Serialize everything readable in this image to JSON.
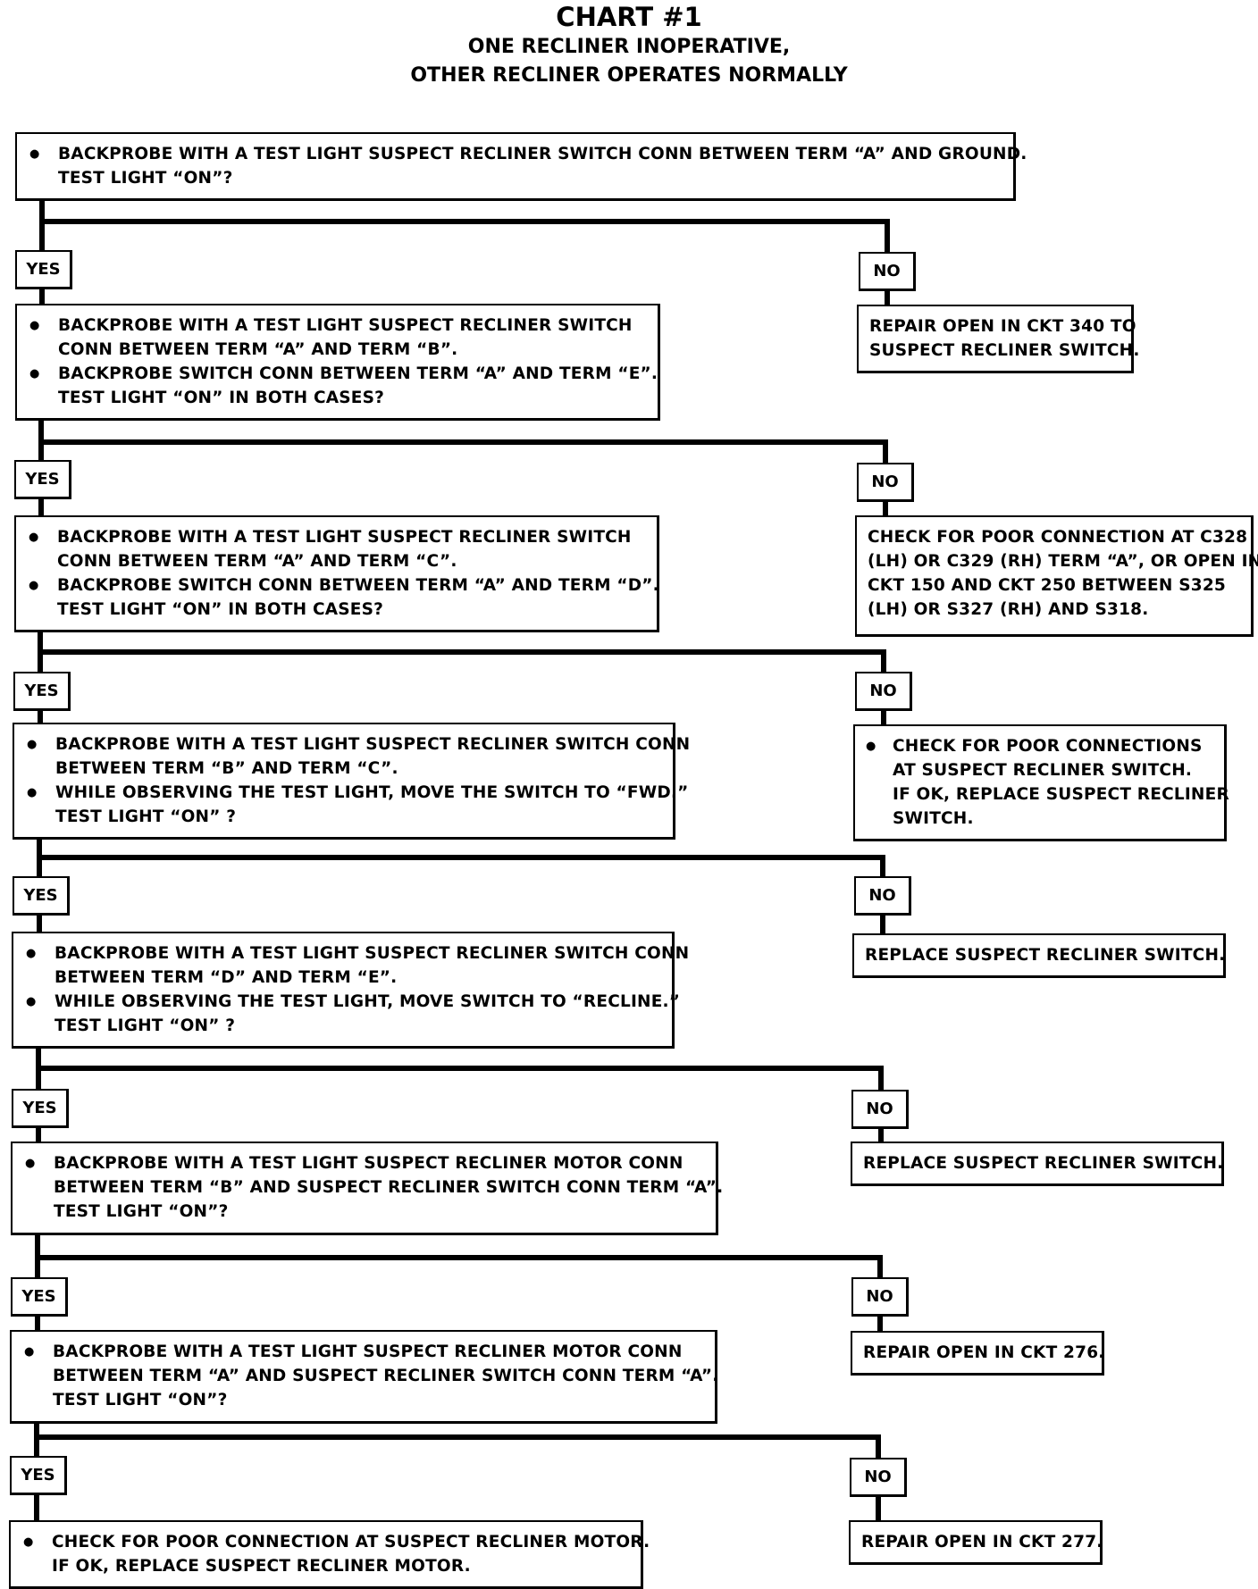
{
  "title": "CHART #1",
  "subtitle_line1": "ONE RECLINER INOPERATIVE,",
  "subtitle_line2": "OTHER RECLINER OPERATES NORMALLY",
  "branch_labels": {
    "yes": "YES",
    "no": "NO"
  },
  "steps": [
    {
      "test_bullets": [
        "BACKPROBE WITH A TEST LIGHT SUSPECT RECLINER SWITCH CONN BETWEEN TERM “A” AND GROUND."
      ],
      "test_question": "TEST LIGHT “ON”?",
      "no_result_lines": [
        "REPAIR OPEN IN CKT 340 TO",
        "SUSPECT RECLINER SWITCH."
      ]
    },
    {
      "test_bullets": [
        "BACKPROBE WITH A TEST LIGHT SUSPECT RECLINER SWITCH\nCONN BETWEEN TERM “A” AND TERM “B”.",
        "BACKPROBE SWITCH CONN BETWEEN TERM “A” AND TERM “E”."
      ],
      "test_question": "TEST LIGHT “ON” IN BOTH CASES?",
      "no_result_lines": [
        "CHECK FOR POOR CONNECTION AT C328",
        "(LH) OR C329 (RH) TERM “A”, OR OPEN IN",
        "CKT 150 AND CKT 250 BETWEEN S325",
        "(LH) OR S327 (RH) AND S318."
      ]
    },
    {
      "test_bullets": [
        "BACKPROBE WITH A TEST LIGHT SUSPECT RECLINER SWITCH\nCONN BETWEEN TERM “A” AND TERM “C”.",
        "BACKPROBE SWITCH CONN BETWEEN TERM “A” AND TERM “D”."
      ],
      "test_question": "TEST LIGHT “ON” IN BOTH CASES?",
      "no_result_bullet": "CHECK FOR POOR CONNECTIONS\nAT SUSPECT RECLINER SWITCH.\nIF OK, REPLACE SUSPECT RECLINER\nSWITCH."
    },
    {
      "test_bullets": [
        "BACKPROBE WITH A TEST LIGHT SUSPECT RECLINER SWITCH CONN\nBETWEEN TERM “B” AND TERM “C”.",
        "WHILE OBSERVING THE TEST LIGHT, MOVE THE SWITCH TO “FWD.”"
      ],
      "test_question": "TEST LIGHT “ON” ?",
      "no_result_lines": [
        "REPLACE SUSPECT RECLINER SWITCH."
      ]
    },
    {
      "test_bullets": [
        "BACKPROBE WITH A TEST LIGHT SUSPECT RECLINER SWITCH CONN\nBETWEEN TERM “D” AND TERM “E”.",
        "WHILE OBSERVING THE TEST LIGHT, MOVE SWITCH TO “RECLINE.”"
      ],
      "test_question": "TEST LIGHT “ON” ?",
      "no_result_lines": [
        "REPLACE SUSPECT RECLINER SWITCH."
      ]
    },
    {
      "test_bullets": [
        "BACKPROBE WITH A TEST LIGHT SUSPECT RECLINER MOTOR CONN\nBETWEEN TERM “B” AND SUSPECT RECLINER SWITCH CONN TERM “A”.\nTEST LIGHT “ON”?"
      ],
      "test_question": "",
      "no_result_lines": [
        "REPAIR OPEN IN CKT 276."
      ]
    },
    {
      "test_bullets": [
        "BACKPROBE WITH A TEST LIGHT SUSPECT RECLINER MOTOR CONN\nBETWEEN TERM “A” AND SUSPECT RECLINER SWITCH CONN TERM “A”.\nTEST LIGHT “ON”?"
      ],
      "test_question": "",
      "no_result_lines": [
        "REPAIR OPEN IN CKT 277."
      ]
    }
  ],
  "final_yes_result": "CHECK FOR POOR CONNECTION AT SUSPECT RECLINER MOTOR.\nIF OK, REPLACE SUSPECT RECLINER MOTOR."
}
